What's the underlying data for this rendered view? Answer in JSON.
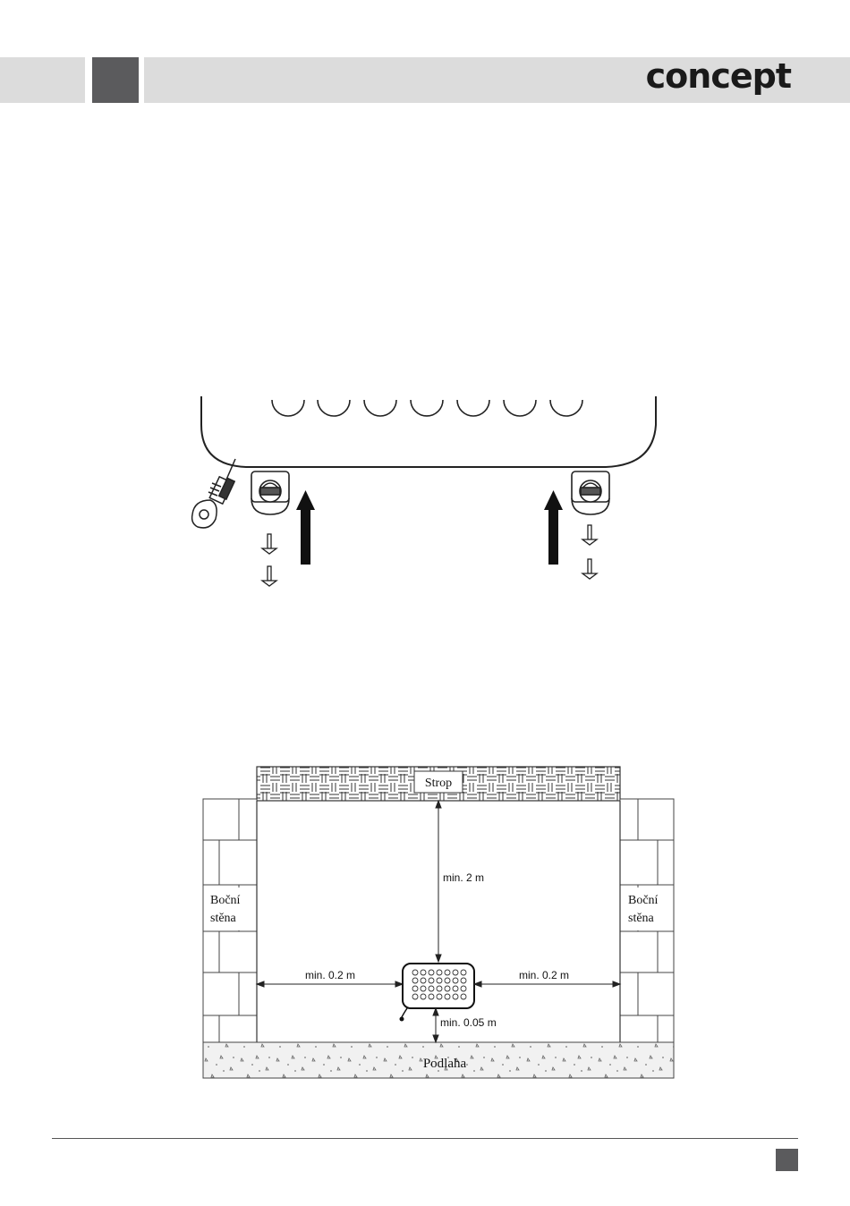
{
  "header": {
    "logo_text": "concept"
  },
  "diagram_clearance": {
    "ceiling_label": "Strop",
    "floor_label": "Podlaha",
    "side_wall_left": [
      "Boční",
      "stěna"
    ],
    "side_wall_right": [
      "Boční",
      "stěna"
    ],
    "dim_top": "min. 2 m",
    "dim_left": "min. 0.2 m",
    "dim_right": "min. 0.2 m",
    "dim_bottom": "min. 0.05 m"
  }
}
